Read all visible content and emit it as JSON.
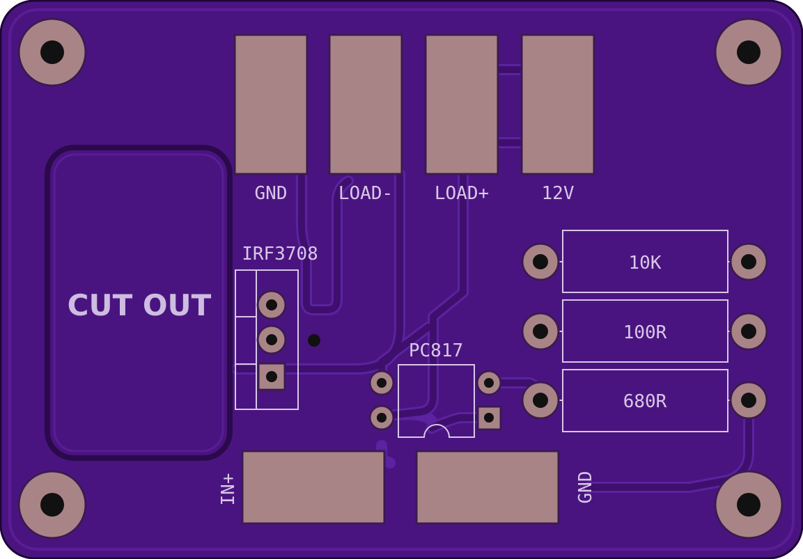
{
  "colors": {
    "board": "#4a1480",
    "board_edge": "#1e0638",
    "copper_pour_outline": "#5d1f9a",
    "trace": "#3f0f6e",
    "trace_edge": "#5c22a0",
    "pad": "#a98486",
    "pad_border": "#3b1a52",
    "drill": "#111111",
    "silkscreen": "#d8c8e8"
  },
  "labels": {
    "gnd_top": "GND",
    "load_minus": "LOAD-",
    "load_plus": "LOAD+",
    "v12": "12V",
    "mosfet": "IRF3708",
    "optocoupler": "PC817",
    "r1": "10K",
    "r2": "100R",
    "r3": "680R",
    "cutout": "CUT OUT",
    "in_plus": "IN+",
    "gnd_bottom": "GND"
  }
}
